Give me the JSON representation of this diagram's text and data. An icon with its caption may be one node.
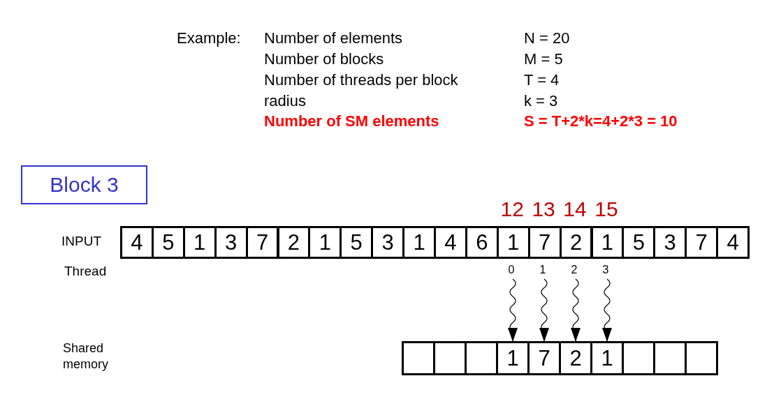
{
  "diagram": {
    "nodes": [
      {
        "text": [
          "Block 3"
        ]
      },
      {
        "text": [
          "4"
        ]
      },
      {
        "text": [
          "5"
        ]
      },
      {
        "text": [
          "1"
        ]
      },
      {
        "text": [
          "3"
        ]
      },
      {
        "text": [
          "7"
        ]
      },
      {
        "text": [
          "2"
        ]
      },
      {
        "text": [
          "1"
        ]
      },
      {
        "text": [
          "5"
        ]
      },
      {
        "text": [
          "3"
        ]
      },
      {
        "text": [
          "1"
        ]
      },
      {
        "text": [
          "4"
        ]
      },
      {
        "text": [
          "6"
        ]
      },
      {
        "text": [
          "1"
        ]
      },
      {
        "text": [
          "7"
        ]
      },
      {
        "text": [
          "2"
        ]
      },
      {
        "text": [
          "1"
        ]
      },
      {
        "text": [
          "5"
        ]
      },
      {
        "text": [
          "3"
        ]
      },
      {
        "text": [
          "7"
        ]
      },
      {
        "text": [
          "4"
        ]
      },
      {
        "text": [
          "0"
        ]
      },
      {
        "text": [
          "1"
        ]
      },
      {
        "text": [
          "2"
        ]
      },
      {
        "text": [
          "3"
        ]
      },
      {
        "text": [],
        "shape": "box"
      },
      {
        "text": [],
        "shape": "box"
      },
      {
        "text": [],
        "shape": "box"
      },
      {
        "text": [
          "1"
        ]
      },
      {
        "text": [
          "7"
        ]
      },
      {
        "text": [
          "2"
        ]
      },
      {
        "text": [
          "1"
        ]
      },
      {
        "text": [],
        "shape": "box"
      },
      {
        "text": [],
        "shape": "box"
      },
      {
        "text": [],
        "shape": "box"
      }
    ],
    "edges": [
      {
        "from": 21,
        "to": 28,
        "arrow": "to"
      },
      {
        "from": 22,
        "to": 29,
        "arrow": "to"
      },
      {
        "from": 23,
        "to": 30,
        "arrow": "to"
      },
      {
        "from": 24,
        "to": 31,
        "arrow": "to"
      }
    ],
    "labels": [
      "Example:",
      "Number of elements",
      "N = 20",
      "Number of blocks",
      "M = 5",
      "Number of threads per block",
      "T = 4",
      "radius",
      "k = 3",
      "Number of SM elements",
      "S = T+2*k=4+2*3 = 10",
      "12",
      "13",
      "14",
      "15",
      "INPUT",
      "Thread",
      "Shared memory"
    ]
  }
}
